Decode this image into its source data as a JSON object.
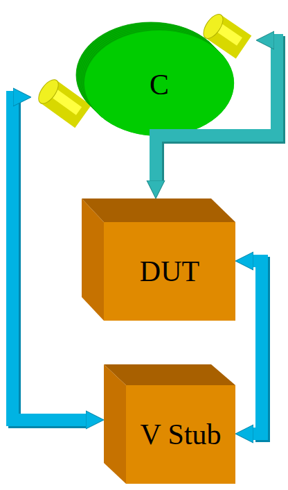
{
  "diagram": {
    "nodes": [
      {
        "text": [
          "C"
        ]
      },
      {
        "text": [
          "DUT"
        ]
      },
      {
        "text": [
          "V Stub"
        ]
      }
    ],
    "edges": [
      {
        "from": 0,
        "to": 1,
        "arrow": "both"
      },
      {
        "from": 1,
        "to": 2,
        "arrow": "both"
      },
      {
        "from": 2,
        "to": 0,
        "arrow": "both"
      }
    ]
  }
}
